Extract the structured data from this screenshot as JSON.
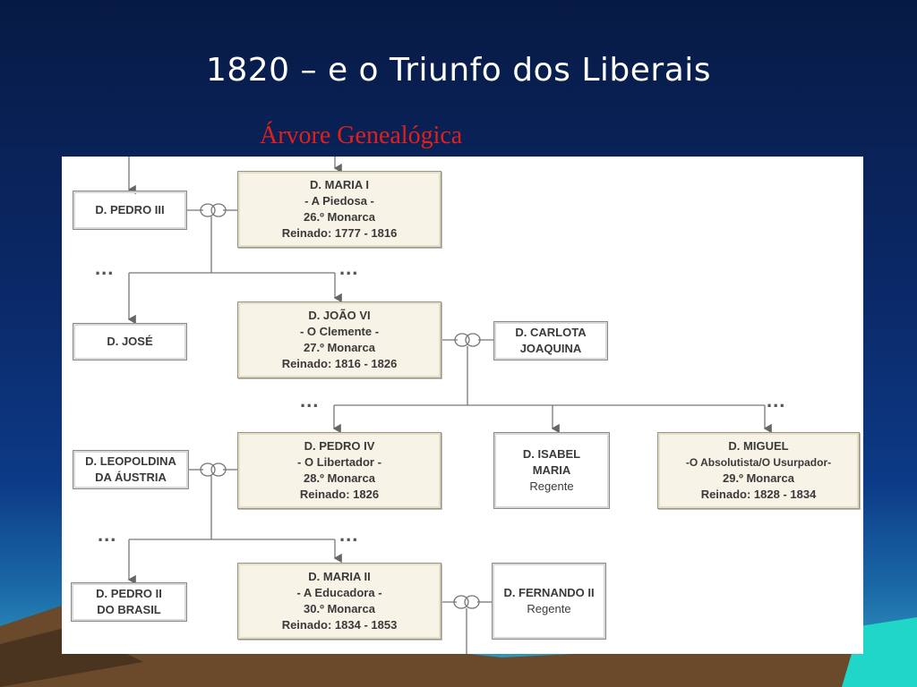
{
  "title": "1820 – e o Triunfo dos Liberais",
  "subtitle": "Árvore Genealógica",
  "colors": {
    "subtitle": "#e0201c",
    "monarch_fill": "#f7f3e6",
    "text": "#3a3a3a",
    "line": "#666666"
  },
  "ellipsis": "...",
  "tree": {
    "maria1": [
      "D. MARIA I",
      "- A Piedosa -",
      "26.º Monarca",
      "Reinado: 1777 - 1816"
    ],
    "pedro3": [
      "D. PEDRO III"
    ],
    "jose": [
      "D. JOSÉ"
    ],
    "joao6": [
      "D. JOÃO VI",
      "- O Clemente -",
      "27.º Monarca",
      "Reinado: 1816 - 1826"
    ],
    "carlota": [
      "D. CARLOTA",
      "JOAQUINA"
    ],
    "leopoldina": [
      "D. LEOPOLDINA",
      "DA ÁUSTRIA"
    ],
    "pedro4": [
      "D. PEDRO IV",
      "- O Libertador -",
      "28.º Monarca",
      "Reinado: 1826"
    ],
    "isabel": [
      "D. ISABEL",
      "MARIA",
      "Regente"
    ],
    "miguel": [
      "D. MIGUEL",
      "-O Absolutista/O Usurpador-",
      "29.º Monarca",
      "Reinado: 1828 - 1834"
    ],
    "pedro2": [
      "D. PEDRO II",
      "DO BRASIL"
    ],
    "maria2": [
      "D. MARIA II",
      "- A Educadora -",
      "30.º Monarca",
      "Reinado: 1834 - 1853"
    ],
    "fernando": [
      "D. FERNANDO II",
      "Regente"
    ]
  }
}
